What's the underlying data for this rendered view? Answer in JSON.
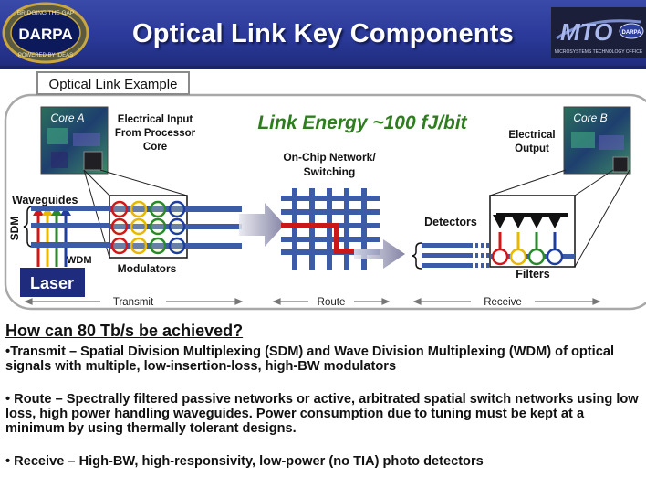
{
  "header": {
    "title": "Optical Link Key Components",
    "darpa_badge": {
      "top_text": "BRIDGING THE GAP",
      "main_text": "DARPA",
      "bottom_text": "POWERED BY IDEAS"
    },
    "mto_logo": {
      "text": "MTO",
      "subtext": "MICROSYSTEMS TECHNOLOGY OFFICE",
      "small_badge": "DARPA"
    }
  },
  "diagram": {
    "tab_label": "Optical Link Example",
    "energy_label": "Link Energy ~100 fJ/bit",
    "core_a": "Core A",
    "core_b": "Core B",
    "electrical_input": [
      "Electrical Input",
      "From Processor",
      "Core"
    ],
    "electrical_output": [
      "Electrical",
      "Output"
    ],
    "network": [
      "On-Chip Network/",
      "Switching"
    ],
    "waveguides": "Waveguides",
    "sdm": "SDM",
    "wdm": "WDM",
    "laser": "Laser",
    "modulators": "Modulators",
    "detectors": "Detectors",
    "filters": "Filters",
    "stages": [
      "Transmit",
      "Route",
      "Receive"
    ]
  },
  "colors": {
    "header": "#2b3a9a",
    "energy_text": "#2e7d1f",
    "waveguide": "#3d5ca8",
    "route_red": "#c81818",
    "laser_box": "#1f2c7e"
  },
  "text": {
    "question": "How can 80 Tb/s be achieved?",
    "bullets": [
      "•Transmit – Spatial Division Multiplexing (SDM) and Wave Division Multiplexing (WDM) of optical signals with multiple, low-insertion-loss, high-BW modulators",
      "• Route – Spectrally filtered passive networks or active, arbitrated spatial switch networks using low loss, high power handling waveguides.  Power consumption due to tuning must be kept at a minimum by using thermally tolerant designs.",
      "• Receive – High-BW, high-responsivity, low-power (no TIA) photo detectors"
    ]
  }
}
